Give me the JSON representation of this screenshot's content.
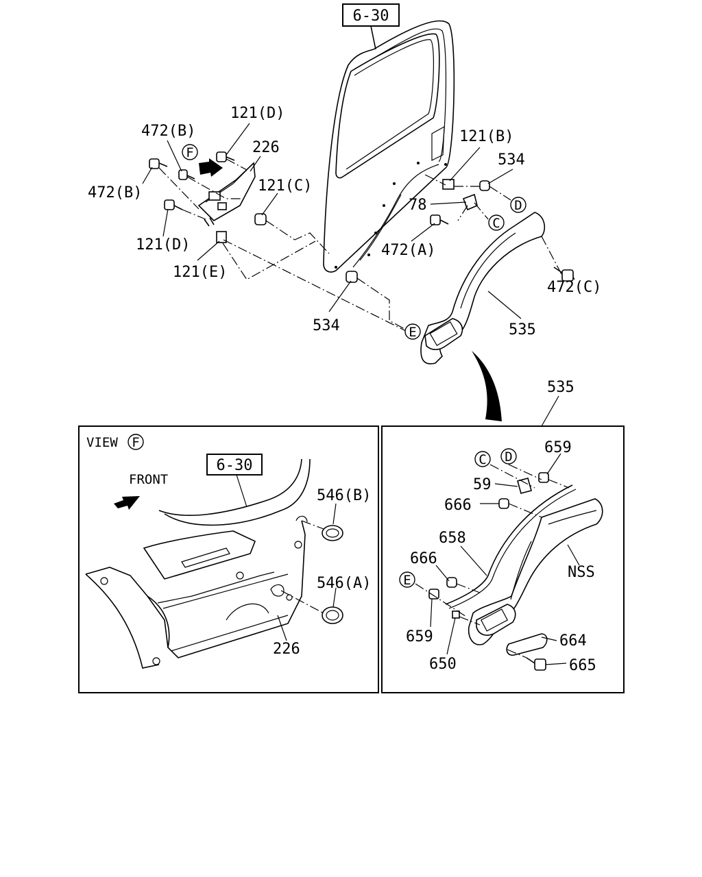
{
  "refs": {
    "ref_top": "6-30",
    "ref_view": "6-30"
  },
  "callouts": {
    "c121D_top": "121(D)",
    "c472B_upper": "472(B)",
    "c226_top": "226",
    "c472B_left": "472(B)",
    "c121C": "121(C)",
    "c121D_left": "121(D)",
    "c121E": "121(E)",
    "c121B": "121(B)",
    "c534_right": "534",
    "c78": "78",
    "c472A": "472(A)",
    "c472C": "472(C)",
    "c534_bottom": "534",
    "c535_main": "535",
    "c535_inset": "535",
    "c546B": "546(B)",
    "c546A": "546(A)",
    "c226_view": "226",
    "c659_top": "659",
    "c59": "59",
    "c666_top": "666",
    "c658": "658",
    "c666_mid": "666",
    "cNSS": "NSS",
    "c659_bot": "659",
    "c650": "650",
    "c664": "664",
    "c665": "665"
  },
  "markers": {
    "mF_main": "F",
    "mD_main": "D",
    "mC_main": "C",
    "mE_main": "E",
    "mF_view": "F",
    "mC_inset": "C",
    "mD_inset": "D",
    "mE_inset": "E"
  },
  "view_panel": {
    "view_label": "VIEW",
    "front_label": "FRONT"
  }
}
